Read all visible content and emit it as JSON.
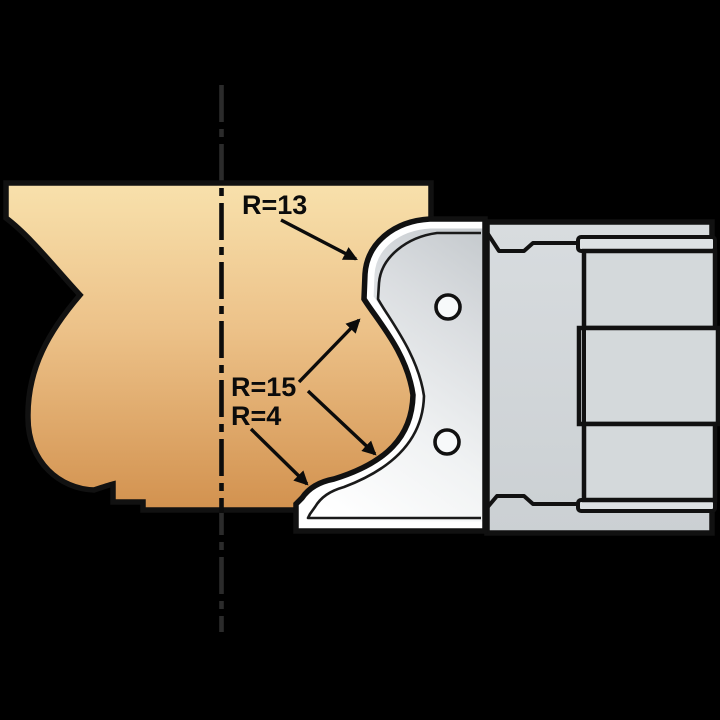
{
  "diagram": {
    "title": "profile-cutter-head-technical-drawing",
    "labels": {
      "r13": "R=13",
      "r15": "R=15",
      "r4": "R=4"
    },
    "colors": {
      "background": "#000000",
      "outline": "#111111",
      "wood_top": "#f8e1ac",
      "wood_mid": "#ecc188",
      "wood_bottom": "#d2914e",
      "knife_white": "#ffffff",
      "knife_gray": "#c3c8cc",
      "body_gray_light": "#d8dcdf",
      "body_gray_dark": "#cbd0d3",
      "centerline_dim": "#2b2b2b"
    }
  }
}
